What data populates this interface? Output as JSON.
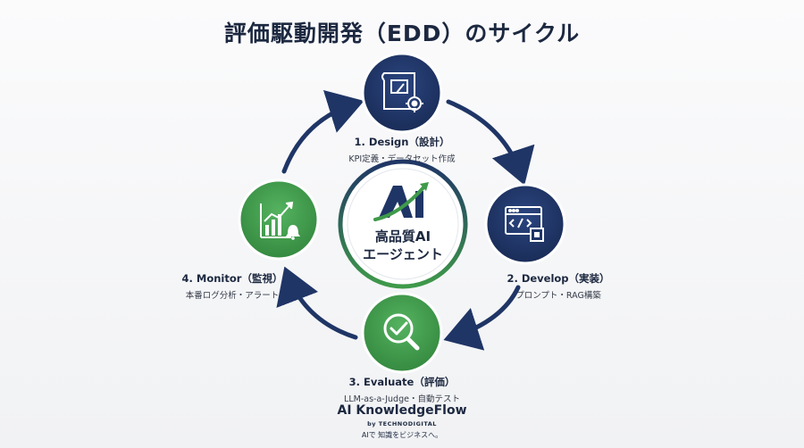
{
  "title": "評価駆動開発（EDD）のサイクル",
  "center": {
    "logo_text": "AI",
    "line1": "高品質AI",
    "line2": "エージェント"
  },
  "stages": [
    {
      "name": "1. Design（設計）",
      "desc": "KPI定義・データセット作成",
      "icon": "blueprint-gear-icon"
    },
    {
      "name": "2. Develop（実装）",
      "desc": "プロンプト・RAG構築",
      "icon": "code-chip-icon"
    },
    {
      "name": "3. Evaluate（評価）",
      "desc": "LLM-as-a-Judge・自動テスト",
      "icon": "magnifier-check-icon"
    },
    {
      "name": "4. Monitor（監視）",
      "desc": "本番ログ分析・アラート",
      "icon": "chart-bell-icon"
    }
  ],
  "footer": {
    "brand": "AI KnowledgeFlow",
    "byline": "by TECHNODIGITAL",
    "tagline": "AIで 知識をビジネスへ。"
  },
  "colors": {
    "navy": "#1f3566",
    "green": "#3f9a4a",
    "text": "#1c2840"
  }
}
